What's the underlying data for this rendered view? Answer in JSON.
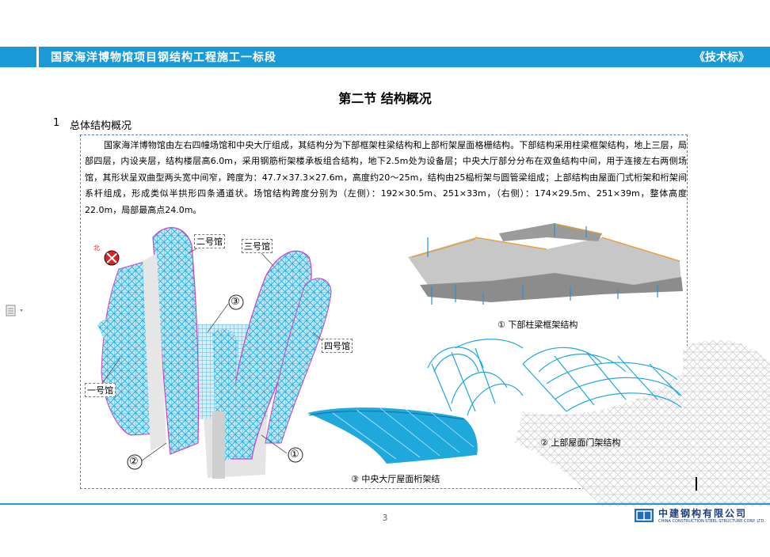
{
  "header": {
    "title": "国家海洋博物馆项目钢结构工程施工一标段",
    "tag": "《技术标》"
  },
  "section_title": "第二节    结构概况",
  "subsection": {
    "number": "1",
    "title": "总体结构概况"
  },
  "paragraph": "国家海洋博物馆由左右四幢场馆和中央大厅组成，其结构分为下部框架柱梁结构和上部桁架屋面格栅结构。下部结构采用柱梁框架结构，地上三层，局部四层，内设夹层，结构楼层高6.0m，采用钢筋桁架楼承板组合结构，地下2.5m处为设备层；中央大厅部分分布在双鱼结构中间，用于连接左右两侧场馆，其形状呈双曲型两头宽中间窄，跨度为：47.7×37.3×27.6m，高度约20～25m，结构由25榀桁架与圆管梁组成；上部结构由屋面门式桁架和桁架间系杆组成，形成类似半拱形四条通道状。场馆结构跨度分别为（左侧）：192×30.5m、251×33m，（右侧）：174×29.5m、251×39m，整体高度22.0m，局部最高点24.0m。",
  "figure": {
    "north_label": "北",
    "hall_labels": {
      "hall1": "一号馆",
      "hall2": "二号馆",
      "hall3": "三号馆",
      "hall4": "四号馆"
    },
    "markers": {
      "m1": "①",
      "m2": "②",
      "m3": "③"
    },
    "captions": {
      "lower": "① 下部柱梁框架结构",
      "upper": "② 上部屋面门架结构",
      "central": "③ 中央大厅屋面桁架结"
    }
  },
  "footer": {
    "page_number": "3",
    "company_cn": "中建钢构有限公司",
    "company_en": "CHINA CONSTRUCTION STEEL STRUCTURE CORP. LTD."
  },
  "colors": {
    "brand_blue": "#1a9ad6",
    "steel_cyan": "#29b6e8",
    "outline_magenta": "#d040c0",
    "dash_frame": "#5a80c8"
  },
  "icons": {
    "side": "document-icon",
    "north": "compass-icon"
  }
}
